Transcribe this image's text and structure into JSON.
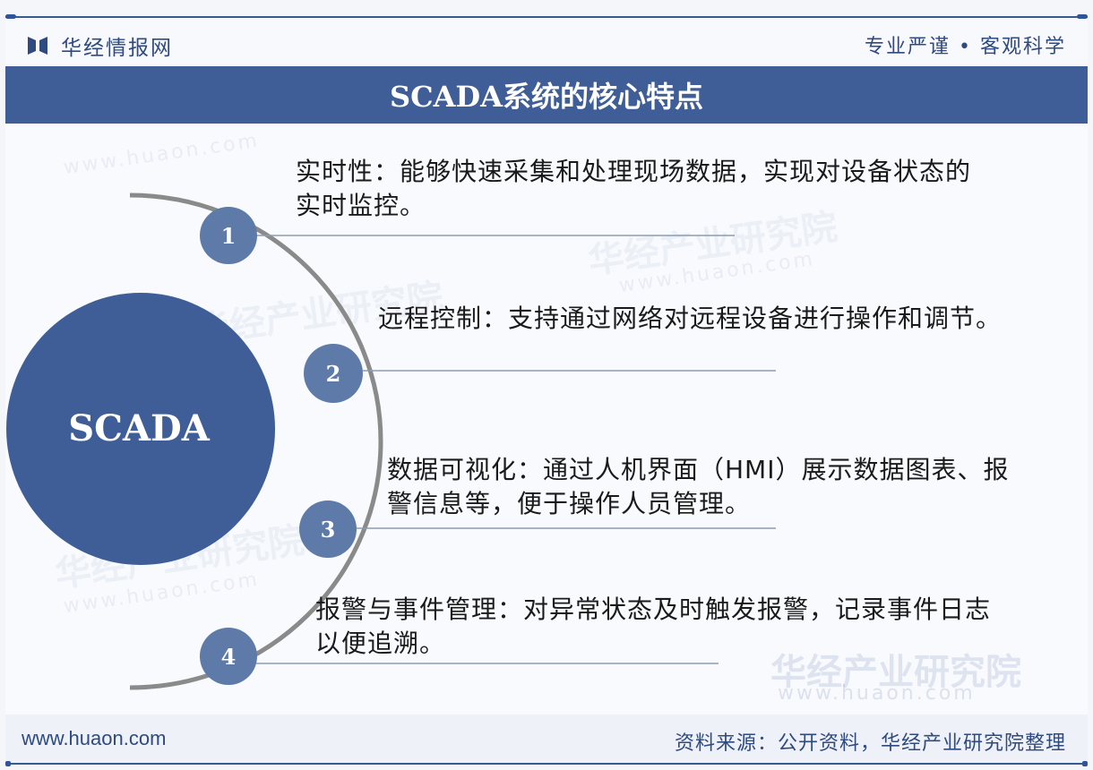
{
  "header": {
    "brand_name": "华经情报网",
    "slogan": "专业严谨 • 客观科学"
  },
  "title": "SCADA系统的核心特点",
  "diagram": {
    "hub": {
      "label": "SCADA",
      "color": "#3f5d96"
    },
    "node_color": "#5e7aa8",
    "arc_color": "#8a8a8a",
    "items": [
      {
        "number": "1",
        "line1": "实时性：能够快速采集和处理现场数据，实现对设备状态的",
        "line2": "实时监控。"
      },
      {
        "number": "2",
        "line1": "远程控制：支持通过网络对远程设备进行操作和调节。",
        "line2": ""
      },
      {
        "number": "3",
        "line1": "数据可视化：通过人机界面（HMI）展示数据图表、报",
        "line2": "警信息等，便于操作人员管理。"
      },
      {
        "number": "4",
        "line1": "报警与事件管理：对异常状态及时触发报警，记录事件日志",
        "line2": "以便追溯。"
      }
    ]
  },
  "watermarks": {
    "org": "华经产业研究院",
    "url": "www.huaon.com"
  },
  "footer": {
    "url": "www.huaon.com",
    "source": "资料来源：公开资料，华经产业研究院整理"
  }
}
